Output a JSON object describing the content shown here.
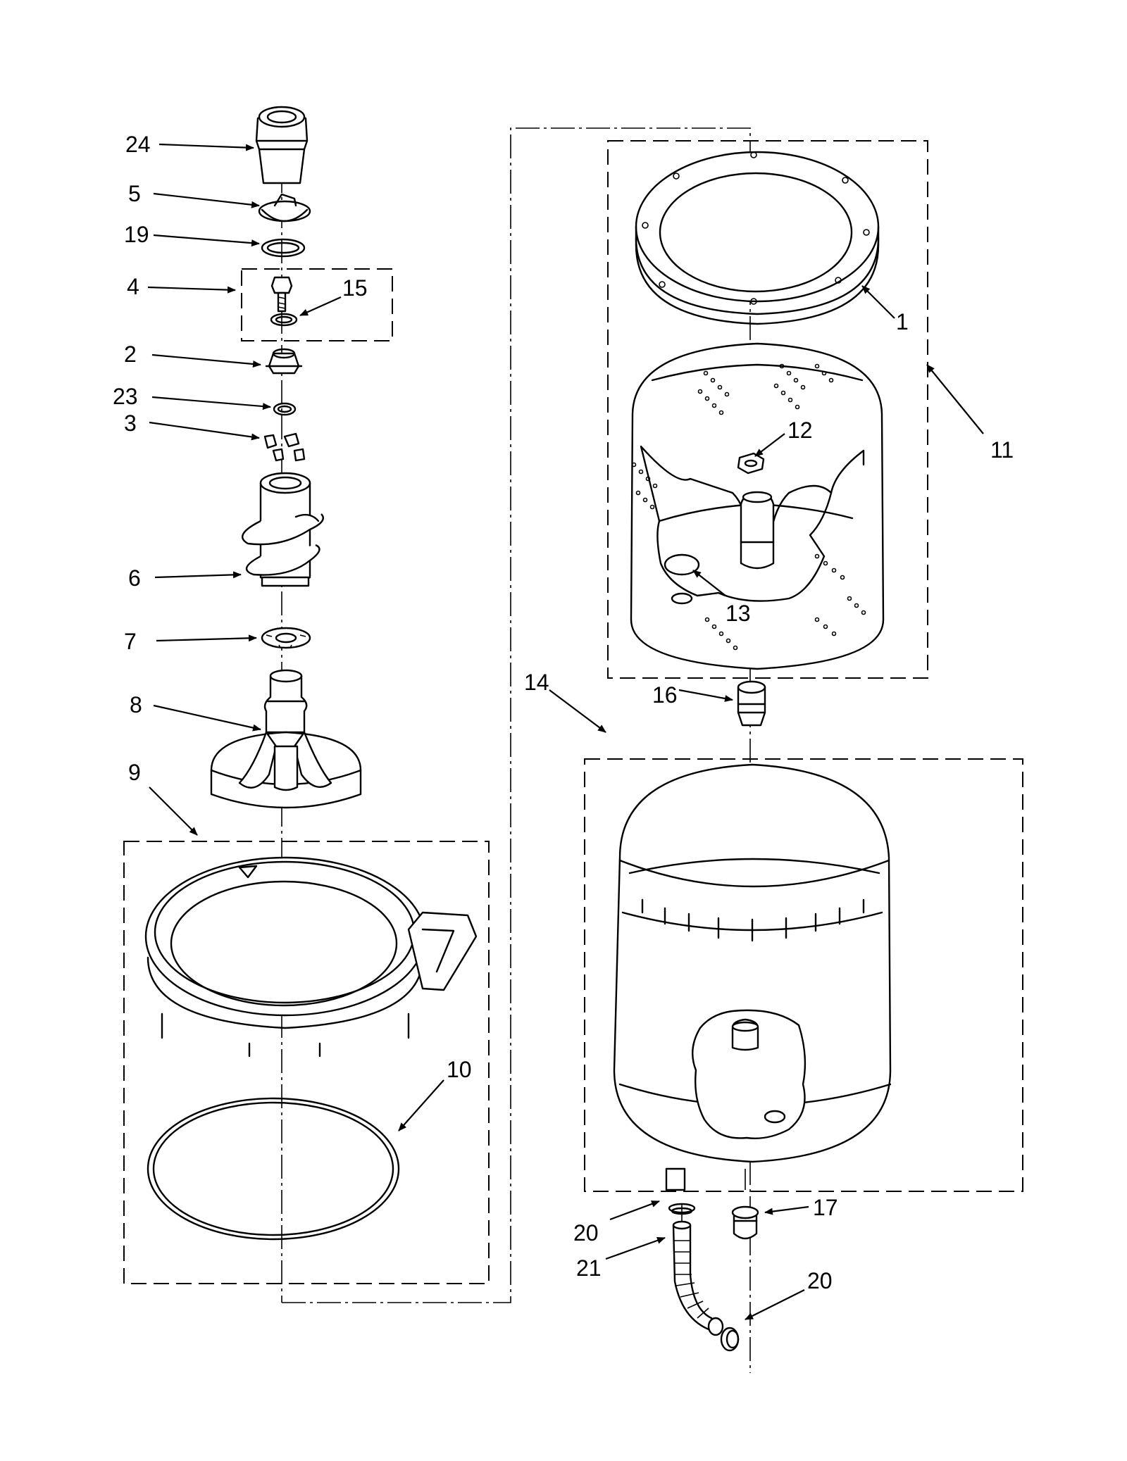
{
  "callouts": {
    "p1": "1",
    "p2": "2",
    "p3": "3",
    "p4": "4",
    "p5": "5",
    "p6": "6",
    "p7": "7",
    "p8": "8",
    "p9": "9",
    "p10": "10",
    "p11": "11",
    "p12": "12",
    "p13": "13",
    "p14": "14",
    "p15": "15",
    "p16": "16",
    "p17": "17",
    "p19": "19",
    "p20a": "20",
    "p20b": "20",
    "p21": "21",
    "p23": "23",
    "p24": "24"
  }
}
